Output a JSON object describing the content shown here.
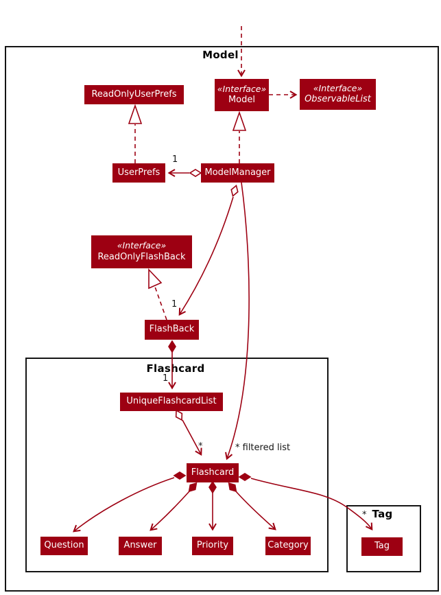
{
  "diagram": {
    "kind": "uml-class-diagram",
    "colors": {
      "node_fill": "#9D0012",
      "node_text": "#ffffff",
      "edge": "#9D0012",
      "frame_border": "#141414",
      "label_text": "#000000",
      "background": "#ffffff"
    }
  },
  "frames": {
    "model": {
      "label": "Model"
    },
    "flashcard": {
      "label": "Flashcard"
    },
    "tag": {
      "label": "Tag"
    }
  },
  "classes": {
    "read_only_user_prefs": {
      "name": "ReadOnlyUserPrefs"
    },
    "model_interface": {
      "stereotype": "«Interface»",
      "name": "Model"
    },
    "observable_list": {
      "stereotype": "«Interface»",
      "name": "ObservableList"
    },
    "user_prefs": {
      "name": "UserPrefs"
    },
    "model_manager": {
      "name": "ModelManager"
    },
    "read_only_flashback": {
      "stereotype": "«Interface»",
      "name": "ReadOnlyFlashBack"
    },
    "flashback": {
      "name": "FlashBack"
    },
    "unique_flashcard_list": {
      "name": "UniqueFlashcardList"
    },
    "flashcard": {
      "name": "Flashcard"
    },
    "question": {
      "name": "Question"
    },
    "answer": {
      "name": "Answer"
    },
    "priority": {
      "name": "Priority"
    },
    "category": {
      "name": "Category"
    },
    "tag": {
      "name": "Tag"
    }
  },
  "multiplicities": {
    "user_prefs": "1",
    "flashback": "1",
    "unique_flashcard_list": "1",
    "flashcard_from_list": "*",
    "filtered_list": "* filtered list",
    "tag": "*"
  }
}
